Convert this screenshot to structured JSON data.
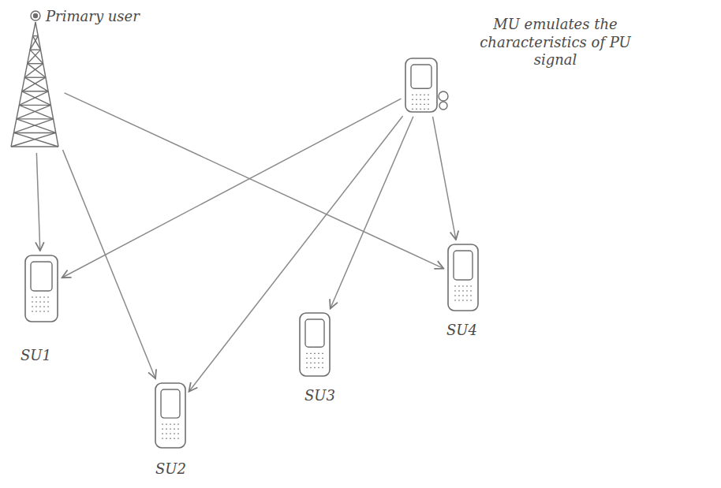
{
  "diagram": {
    "nodes": [
      {
        "text": [
          "Primary user"
        ]
      },
      {
        "text": [
          "MU emulates the characteristics of PU signal"
        ]
      },
      {
        "text": [
          "SU1"
        ]
      },
      {
        "text": [
          "SU2"
        ]
      },
      {
        "text": [
          "SU3"
        ]
      },
      {
        "text": [
          "SU4"
        ]
      }
    ],
    "edges": [
      {
        "from": 0,
        "to": 2,
        "arrow": "to"
      },
      {
        "from": 0,
        "to": 3,
        "arrow": "to"
      },
      {
        "from": 0,
        "to": 5,
        "arrow": "to"
      },
      {
        "from": 1,
        "to": 2,
        "arrow": "to"
      },
      {
        "from": 1,
        "to": 3,
        "arrow": "to"
      },
      {
        "from": 1,
        "to": 4,
        "arrow": "to"
      },
      {
        "from": 1,
        "to": 5,
        "arrow": "to"
      }
    ]
  }
}
